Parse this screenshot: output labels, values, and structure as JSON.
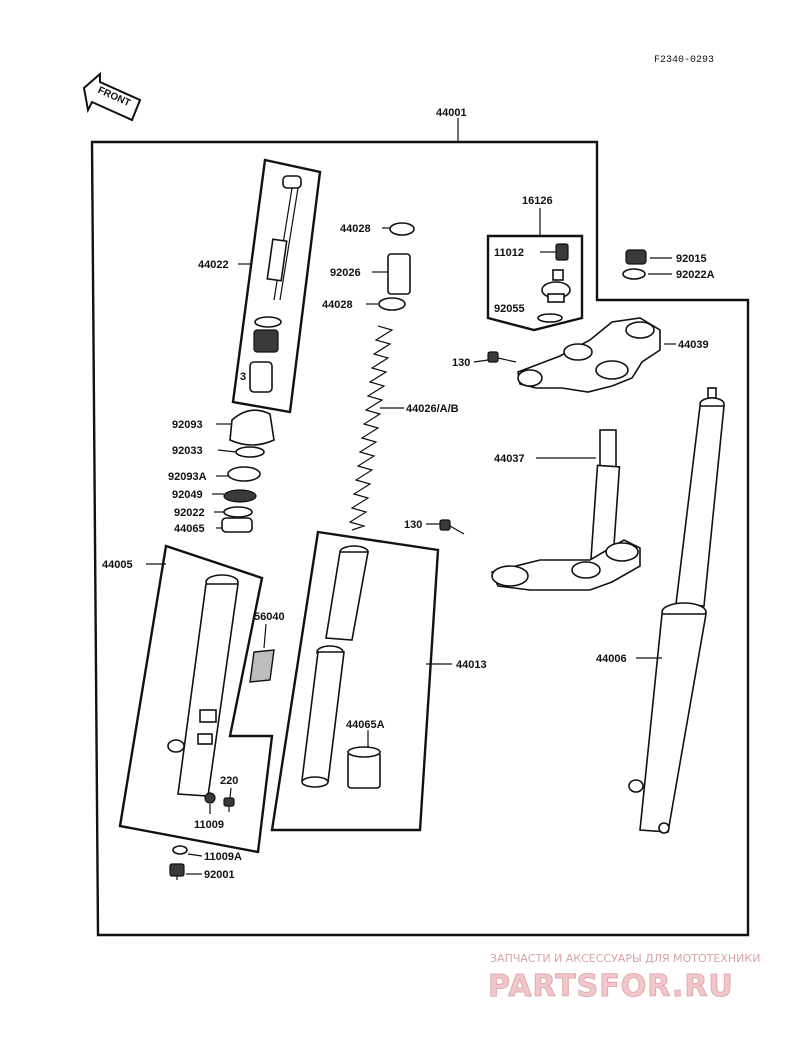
{
  "diagram": {
    "code": "F2340-0293",
    "front_arrow": "FRONT",
    "labels": {
      "l44001": "44001",
      "l44022": "44022",
      "l44028a": "44028",
      "l92026": "92026",
      "l44028b": "44028",
      "l16126": "16126",
      "l11012": "11012",
      "l92055": "92055",
      "l92015": "92015",
      "l92022A": "92022A",
      "l44039": "44039",
      "l130a": "130",
      "l92093": "92093",
      "l92033": "92033",
      "l44026": "44026/A/B",
      "l92093A": "92093A",
      "l92049": "92049",
      "l92022": "92022",
      "l44065": "44065",
      "l44037": "44037",
      "l130b": "130",
      "l44005": "44005",
      "l56040": "56040",
      "l44013": "44013",
      "l44006": "44006",
      "l44065A": "44065A",
      "l220": "220",
      "l11009": "11009",
      "l11009A": "11009A",
      "l92001": "92001",
      "part3": "3"
    }
  },
  "watermark": {
    "tagline": "ЗАПЧАСТИ И АКСЕССУАРЫ ДЛЯ МОТОТЕХНИКИ",
    "brand": "PARTSFOR.RU",
    "color": "#e8b4b8"
  }
}
